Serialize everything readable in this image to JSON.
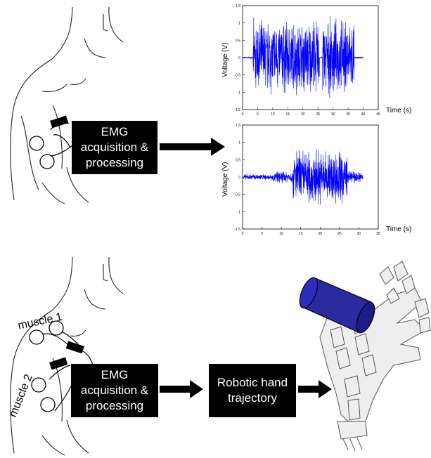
{
  "top_box": {
    "line1": "EMG",
    "line2": "acquisition &",
    "line3": "processing"
  },
  "bottom_box": {
    "line1": "EMG",
    "line2": "acquisition &",
    "line3": "processing"
  },
  "robot_box": {
    "line1": "Robotic hand",
    "line2": "trajectory"
  },
  "muscle_labels": {
    "muscle1": "muscle 1",
    "muscle2": "muscle 2"
  },
  "chart_data": [
    {
      "type": "line",
      "ylabel": "Voltage (V)",
      "xlabel": "Time (s)",
      "color": "#0000ff",
      "xlim": [
        0,
        45
      ],
      "ylim": [
        -1.5,
        1.5
      ],
      "xticks": [
        "0",
        "5",
        "10",
        "15",
        "20",
        "25",
        "30",
        "35",
        "40",
        "45"
      ],
      "yticks": [
        "1.5",
        "1",
        "0.5",
        "0",
        "-0.5",
        "-1",
        "-1.5"
      ],
      "signal": {
        "baseline_until": 3.5,
        "bursts": [
          [
            3.5,
            25.5,
            1.0
          ],
          [
            26.5,
            37,
            1.0
          ]
        ],
        "end": 40
      }
    },
    {
      "type": "line",
      "ylabel": "Voltage (V)",
      "xlabel": "Time (s)",
      "color": "#0000ff",
      "xlim": [
        0,
        35
      ],
      "ylim": [
        -1.5,
        1.5
      ],
      "xticks": [
        "0",
        "5",
        "10",
        "15",
        "20",
        "25",
        "30",
        "35"
      ],
      "yticks": [
        "1.5",
        "1",
        "0.5",
        "0",
        "-0.5",
        "-1",
        "-1.5"
      ],
      "signal": {
        "noise_from": 0,
        "active_from": 13,
        "active_to": 27,
        "end": 31
      }
    }
  ]
}
